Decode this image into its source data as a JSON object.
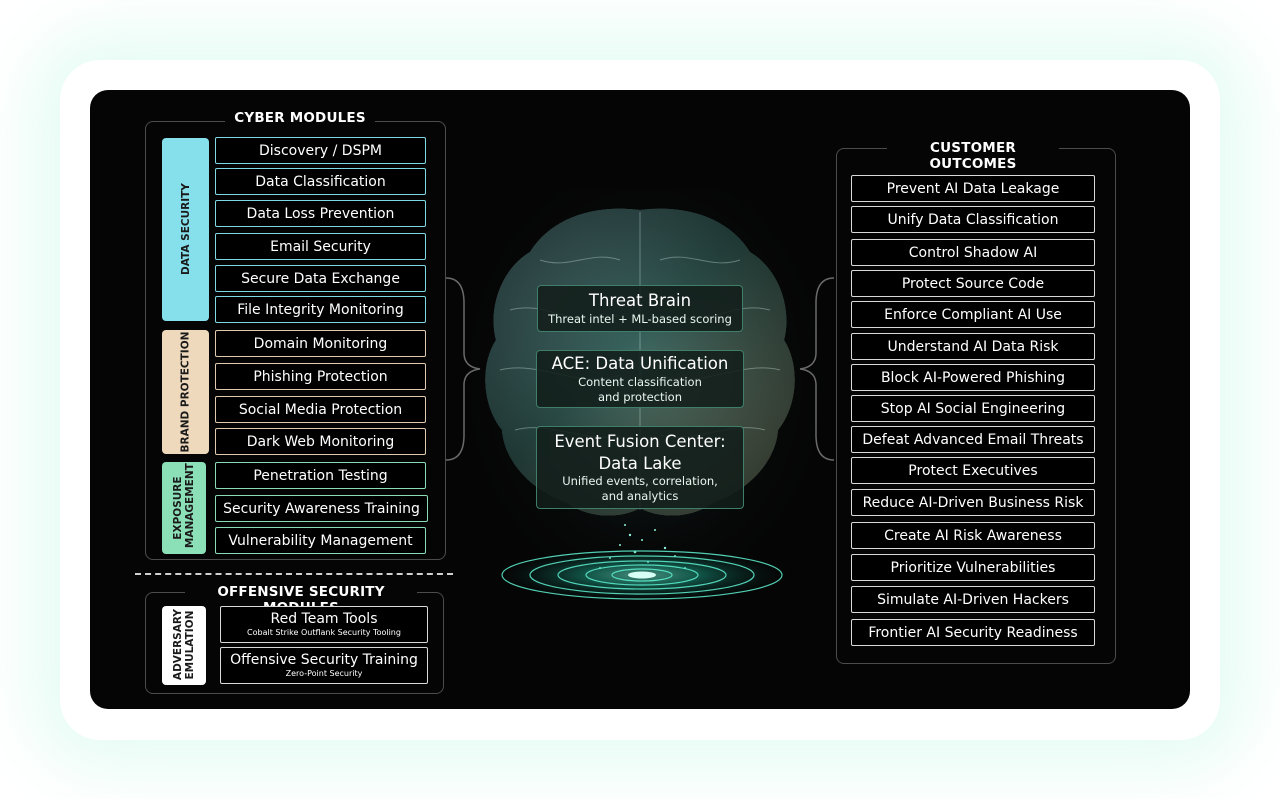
{
  "cyber_modules": {
    "title": "CYBER MODULES",
    "categories": {
      "data_security": "DATA SECURITY",
      "brand_protection": "BRAND PROTECTION",
      "exposure_management": "EXPOSURE MANAGEMENT"
    },
    "data_security_items": [
      "Discovery / DSPM",
      "Data Classification",
      "Data Loss Prevention",
      "Email Security",
      "Secure Data Exchange",
      "File Integrity Monitoring"
    ],
    "brand_protection_items": [
      "Domain Monitoring",
      "Phishing Protection",
      "Social Media Protection",
      "Dark Web Monitoring"
    ],
    "exposure_management_items": [
      "Penetration Testing",
      "Security Awareness Training",
      "Vulnerability Management"
    ]
  },
  "offensive_modules": {
    "title": "OFFENSIVE SECURITY MODULES",
    "category": "ADVERSARY EMULATION",
    "items": [
      {
        "label": "Red Team Tools",
        "sub": "Cobalt Strike Outflank Security Tooling"
      },
      {
        "label": "Offensive Security Training",
        "sub": "Zero-Point Security"
      }
    ]
  },
  "core": {
    "threat_brain": {
      "title": "Threat Brain",
      "subtitle": "Threat intel + ML-based scoring"
    },
    "ace": {
      "title": "ACE: Data Unification",
      "subtitle_1": "Content classification",
      "subtitle_2": "and protection"
    },
    "event_fusion": {
      "title_1": "Event Fusion Center:",
      "title_2": "Data Lake",
      "subtitle_1": "Unified events, correlation,",
      "subtitle_2": "and analytics"
    }
  },
  "customer_outcomes": {
    "title": "CUSTOMER OUTCOMES",
    "items": [
      "Prevent AI Data Leakage",
      "Unify Data Classification",
      "Control Shadow AI",
      "Protect Source Code",
      "Enforce Compliant AI Use",
      "Understand AI Data Risk",
      "Block AI-Powered Phishing",
      "Stop AI Social Engineering",
      "Defeat Advanced Email Threats",
      "Protect Executives",
      "Reduce AI-Driven Business Risk",
      "Create AI Risk Awareness",
      "Prioritize Vulnerabilities",
      "Simulate AI-Driven Hackers",
      "Frontier AI Security Readiness"
    ]
  },
  "colors": {
    "data_security": "#86e0ec",
    "brand_protection": "#efd9bd",
    "exposure_management": "#8ce0b8",
    "adversary_emulation": "#ffffff",
    "background": "#050505",
    "glow": "#7ff0c8"
  }
}
